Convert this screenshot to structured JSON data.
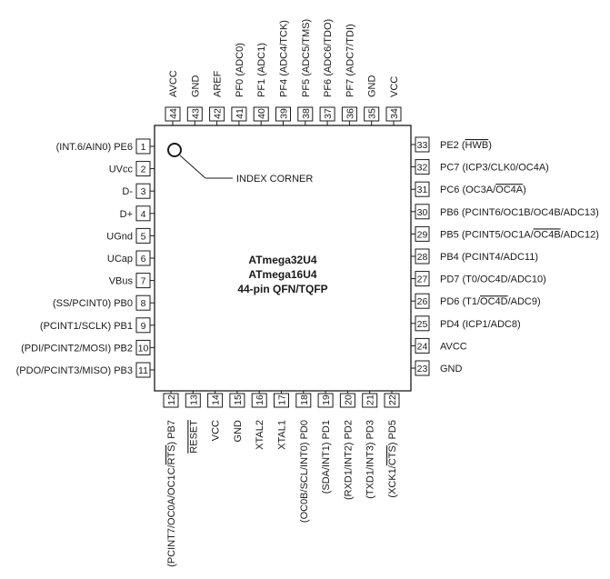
{
  "chip": {
    "title_lines": [
      "ATmega32U4",
      "ATmega16U4",
      "44-pin QFN/TQFP"
    ],
    "index_label": "INDEX CORNER"
  },
  "pins": {
    "left": [
      {
        "num": "1",
        "label": [
          {
            "t": "(INT.6/AIN0) PE6"
          }
        ]
      },
      {
        "num": "2",
        "label": [
          {
            "t": "UVcc"
          }
        ]
      },
      {
        "num": "3",
        "label": [
          {
            "t": "D-"
          }
        ]
      },
      {
        "num": "4",
        "label": [
          {
            "t": "D+"
          }
        ]
      },
      {
        "num": "5",
        "label": [
          {
            "t": "UGnd"
          }
        ]
      },
      {
        "num": "6",
        "label": [
          {
            "t": "UCap"
          }
        ]
      },
      {
        "num": "7",
        "label": [
          {
            "t": "VBus"
          }
        ]
      },
      {
        "num": "8",
        "label": [
          {
            "t": "(SS/PCINT0) PB0"
          }
        ]
      },
      {
        "num": "9",
        "label": [
          {
            "t": "(PCINT1/SCLK) PB1"
          }
        ]
      },
      {
        "num": "10",
        "label": [
          {
            "t": "(PDI/PCINT2/MOSI) PB2"
          }
        ]
      },
      {
        "num": "11",
        "label": [
          {
            "t": "(PDO/PCINT3/MISO) PB3"
          }
        ]
      }
    ],
    "bottom": [
      {
        "num": "12",
        "label": [
          {
            "t": "(PCINT7/OC0A/OC1C/"
          },
          {
            "t": "RTS",
            "ol": true
          },
          {
            "t": ") PB7"
          }
        ]
      },
      {
        "num": "13",
        "label": [
          {
            "t": "RESET",
            "ol": true
          }
        ]
      },
      {
        "num": "14",
        "label": [
          {
            "t": "VCC"
          }
        ]
      },
      {
        "num": "15",
        "label": [
          {
            "t": "GND"
          }
        ]
      },
      {
        "num": "16",
        "label": [
          {
            "t": "XTAL2"
          }
        ]
      },
      {
        "num": "17",
        "label": [
          {
            "t": "XTAL1"
          }
        ]
      },
      {
        "num": "18",
        "label": [
          {
            "t": "(OC0B/SCL/INT0) PD0"
          }
        ]
      },
      {
        "num": "19",
        "label": [
          {
            "t": "(SDA/INT1) PD1"
          }
        ]
      },
      {
        "num": "20",
        "label": [
          {
            "t": "(RXD1/INT2) PD2"
          }
        ]
      },
      {
        "num": "21",
        "label": [
          {
            "t": "(TXD1/INT3) PD3"
          }
        ]
      },
      {
        "num": "22",
        "label": [
          {
            "t": "(XCK1/"
          },
          {
            "t": "CTS",
            "ol": true
          },
          {
            "t": ") PD5"
          }
        ]
      }
    ],
    "right": [
      {
        "num": "23",
        "label": [
          {
            "t": "GND"
          }
        ]
      },
      {
        "num": "24",
        "label": [
          {
            "t": "AVCC"
          }
        ]
      },
      {
        "num": "25",
        "label": [
          {
            "t": "PD4 (ICP1/ADC8)"
          }
        ]
      },
      {
        "num": "26",
        "label": [
          {
            "t": "PD6 (T1/"
          },
          {
            "t": "OC4D",
            "ol": true
          },
          {
            "t": "/ADC9)"
          }
        ]
      },
      {
        "num": "27",
        "label": [
          {
            "t": "PD7 (T0/OC4D/ADC10)"
          }
        ]
      },
      {
        "num": "28",
        "label": [
          {
            "t": "PB4 (PCINT4/ADC11)"
          }
        ]
      },
      {
        "num": "29",
        "label": [
          {
            "t": "PB5 (PCINT5/OC1A/"
          },
          {
            "t": "OC4B",
            "ol": true
          },
          {
            "t": "/ADC12)"
          }
        ]
      },
      {
        "num": "30",
        "label": [
          {
            "t": "PB6 (PCINT6/OC1B/OC4B/ADC13)"
          }
        ]
      },
      {
        "num": "31",
        "label": [
          {
            "t": "PC6 (OC3A/"
          },
          {
            "t": "OC4A",
            "ol": true
          },
          {
            "t": ")"
          }
        ]
      },
      {
        "num": "32",
        "label": [
          {
            "t": "PC7 (ICP3/CLK0/OC4A)"
          }
        ]
      },
      {
        "num": "33",
        "label": [
          {
            "t": "PE2 ("
          },
          {
            "t": "HWB",
            "ol": true
          },
          {
            "t": ")"
          }
        ]
      }
    ],
    "top": [
      {
        "num": "34",
        "label": [
          {
            "t": "VCC"
          }
        ]
      },
      {
        "num": "35",
        "label": [
          {
            "t": "GND"
          }
        ]
      },
      {
        "num": "36",
        "label": [
          {
            "t": "PF7 (ADC7/TDI)"
          }
        ]
      },
      {
        "num": "37",
        "label": [
          {
            "t": "PF6 (ADC6/TDO)"
          }
        ]
      },
      {
        "num": "38",
        "label": [
          {
            "t": "PF5 (ADC5/TMS)"
          }
        ]
      },
      {
        "num": "39",
        "label": [
          {
            "t": "PF4 (ADC4/TCK)"
          }
        ]
      },
      {
        "num": "40",
        "label": [
          {
            "t": "PF1 (ADC1)"
          }
        ]
      },
      {
        "num": "41",
        "label": [
          {
            "t": "PF0 (ADC0)"
          }
        ]
      },
      {
        "num": "42",
        "label": [
          {
            "t": "AREF"
          }
        ]
      },
      {
        "num": "43",
        "label": [
          {
            "t": "GND"
          }
        ]
      },
      {
        "num": "44",
        "label": [
          {
            "t": "AVCC"
          }
        ]
      }
    ]
  }
}
